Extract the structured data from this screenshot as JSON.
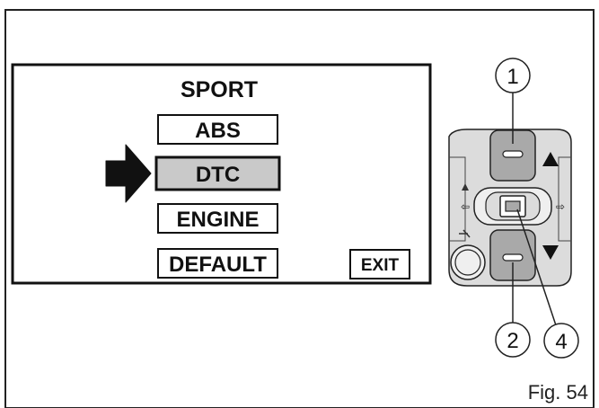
{
  "screen": {
    "title": "SPORT",
    "menu_items": [
      {
        "label": "ABS",
        "selected": false
      },
      {
        "label": "DTC",
        "selected": true
      },
      {
        "label": "ENGINE",
        "selected": false
      },
      {
        "label": "DEFAULT",
        "selected": false
      }
    ],
    "exit_label": "EXIT"
  },
  "callouts": [
    {
      "number": "1",
      "target": "up-button"
    },
    {
      "number": "2",
      "target": "down-button"
    },
    {
      "number": "4",
      "target": "center-switch"
    }
  ],
  "caption": "Fig. 54",
  "colors": {
    "line": "#222222",
    "selected_fill": "#c9c9c9",
    "switch_body": "#dcdcdc",
    "button_fill": "#a9a9a9"
  }
}
